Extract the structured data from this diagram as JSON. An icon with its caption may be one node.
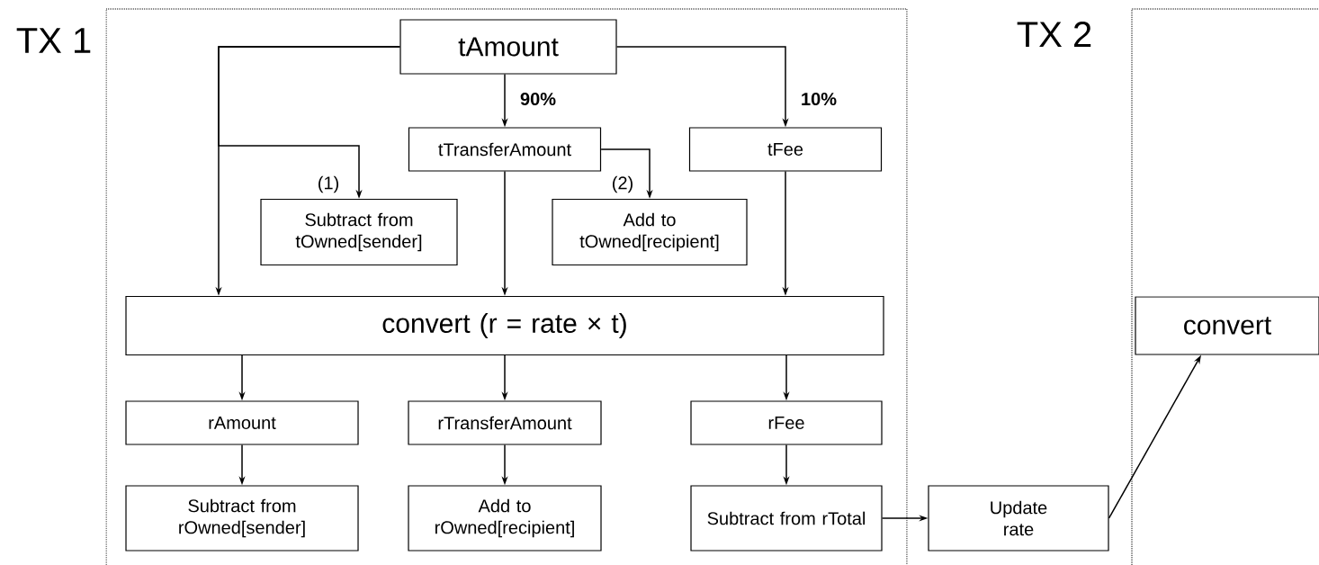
{
  "diagram": {
    "nodes": [
      {
        "text": [
          "TX 1"
        ]
      },
      {
        "text": [
          "tAmount"
        ],
        "in": 0
      },
      {
        "text": [
          "tTransferAmount"
        ],
        "in": 0
      },
      {
        "text": [
          "tFee"
        ],
        "in": 0
      },
      {
        "text": [
          "Subtract from tOwned[sender]"
        ],
        "in": 0
      },
      {
        "text": [
          "Add to tOwned[recipient]"
        ],
        "in": 0
      },
      {
        "text": [
          "convert (r = rate × t)"
        ],
        "in": 0
      },
      {
        "text": [
          "rAmount"
        ],
        "in": 0
      },
      {
        "text": [
          "rTransferAmount"
        ],
        "in": 0
      },
      {
        "text": [
          "rFee"
        ],
        "in": 0
      },
      {
        "text": [
          "Subtract from rOwned[sender]"
        ],
        "in": 0
      },
      {
        "text": [
          "Add to rOwned[recipient]"
        ],
        "in": 0
      },
      {
        "text": [
          "Subtract from rTotal"
        ],
        "in": 0
      },
      {
        "text": [
          "Update rate"
        ]
      },
      {
        "text": [
          "TX 2"
        ]
      },
      {
        "text": [
          "convert"
        ],
        "in": 14
      }
    ],
    "edges": [
      {
        "from": 1,
        "to": 2,
        "arrow": "to",
        "label": "90%"
      },
      {
        "from": 1,
        "to": 3,
        "arrow": "to",
        "label": "10%"
      },
      {
        "from": 1,
        "to": 4,
        "arrow": "to",
        "label": "(1)"
      },
      {
        "from": 1,
        "to": 6,
        "arrow": "to"
      },
      {
        "from": 2,
        "to": 5,
        "arrow": "to",
        "label": "(2)"
      },
      {
        "from": 2,
        "to": 6,
        "arrow": "to"
      },
      {
        "from": 3,
        "to": 6,
        "arrow": "to"
      },
      {
        "from": 6,
        "to": 7,
        "arrow": "to"
      },
      {
        "from": 6,
        "to": 8,
        "arrow": "to"
      },
      {
        "from": 6,
        "to": 9,
        "arrow": "to"
      },
      {
        "from": 7,
        "to": 10,
        "arrow": "to"
      },
      {
        "from": 8,
        "to": 11,
        "arrow": "to"
      },
      {
        "from": 9,
        "to": 12,
        "arrow": "to"
      },
      {
        "from": 12,
        "to": 13,
        "arrow": "to"
      },
      {
        "from": 13,
        "to": 15,
        "arrow": "to"
      }
    ]
  }
}
